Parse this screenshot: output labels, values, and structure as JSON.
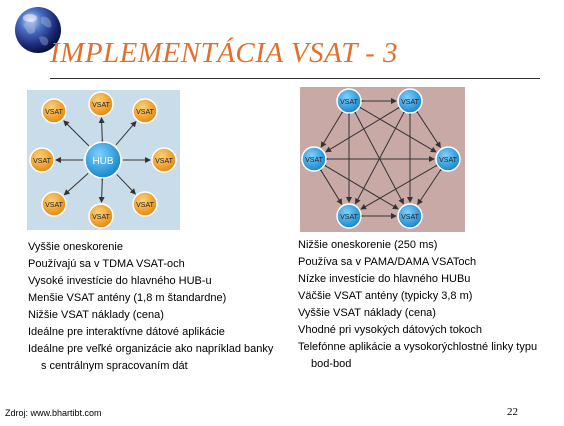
{
  "slide": {
    "title": "IMPLEMENTÁCIA VSAT - 3",
    "page_number": "22",
    "source": "Zdroj: www.bhartibt.com"
  },
  "left_diagram": {
    "hub_label": "HUB",
    "node_label": "VSAT",
    "hub_color": "#1e9ad6",
    "node_color": "#f29a18",
    "background": "#c9dcea"
  },
  "right_diagram": {
    "node_label": "VSAT",
    "node_color": "#1e9ad6",
    "background": "#c9a9a5"
  },
  "left_column": {
    "items": [
      "Vyššie oneskorenie",
      "Používajú sa v  TDMA VSAT-och",
      "Vysoké investície do hlavného HUB-u",
      "Menšie VSAT antény (1,8 m štandardne)",
      "Nižšie VSAT náklady (cena)",
      "Ideálne pre interaktívne dátové aplikácie",
      "Ideálne pre veľké organizácie ako napríklad banky s centrálnym spracovaním dát"
    ]
  },
  "right_column": {
    "items": [
      "Nižšie oneskorenie (250 ms)",
      "Používa sa v PAMA/DAMA VSAToch",
      "Nízke investície do hlavného HUBu",
      "Väčšie VSAT antény (typicky 3,8 m)",
      "Vyššie VSAT náklady  (cena)",
      "Vhodné pri vysokých dátových tokoch",
      "Telefónne aplikácie a vysokorýchlostné linky typu bod-bod"
    ]
  }
}
